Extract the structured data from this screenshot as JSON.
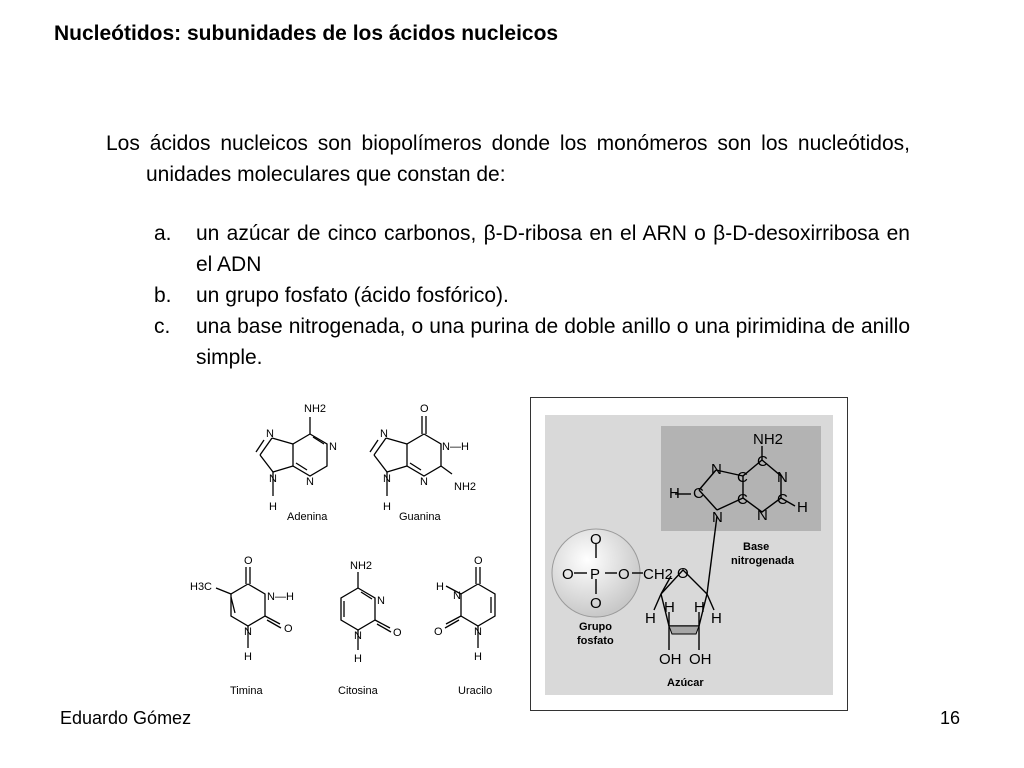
{
  "slide": {
    "title": "Nucleótidos: subunidades de los ácidos nucleicos",
    "intro": "Los ácidos nucleicos son biopolímeros donde los monómeros son los nucleótidos, unidades moleculares que constan de:",
    "items": [
      {
        "marker": "a.",
        "text": "un azúcar de cinco carbonos, β-D-ribosa en el ARN o β-D-desoxirribosa en el ADN"
      },
      {
        "marker": "b.",
        "text": "un grupo fosfato (ácido fosfórico)."
      },
      {
        "marker": "c.",
        "text": "una base nitrogenada, o una purina de doble anillo o una pirimidina de anillo simple."
      }
    ],
    "author": "Eduardo Gómez",
    "page_number": "16"
  },
  "bases_figure": {
    "adenina": {
      "name": "Adenina",
      "amine": "NH2",
      "ring_atom": "N",
      "h": "H"
    },
    "guanina": {
      "name": "Guanina",
      "oxygen": "O",
      "nh": "N—H",
      "amine": "NH2",
      "ring_atom": "N",
      "h": "H"
    },
    "timina": {
      "name": "Timina",
      "methyl": "H3C",
      "oxygen": "O",
      "nh": "N—H",
      "ring_atom": "N",
      "h": "H"
    },
    "citosina": {
      "name": "Citosina",
      "amine": "NH2",
      "oxygen": "O",
      "ring_atom": "N",
      "h": "H"
    },
    "uracilo": {
      "name": "Uracilo",
      "oxygen": "O",
      "ring_atom": "N",
      "h": "H"
    }
  },
  "nucleotide_figure": {
    "phosphate_label": "Grupo fosfato",
    "phosphate_label_line1": "Grupo",
    "phosphate_label_line2": "fosfato",
    "base_label_line1": "Base",
    "base_label_line2": "nitrogenada",
    "sugar_label": "Azúcar",
    "atoms": {
      "o": "O",
      "p": "P",
      "ch2": "CH2",
      "c": "C",
      "n": "N",
      "h": "H",
      "nh2": "NH2",
      "oh": "OH"
    },
    "colors": {
      "panel_bg": "#d9d9d9",
      "base_box": "#b3b3b3",
      "sphere_light": "#ffffff",
      "sphere_dark": "#c8c8c8",
      "sugar_bottom": "#a6a6a6"
    }
  }
}
